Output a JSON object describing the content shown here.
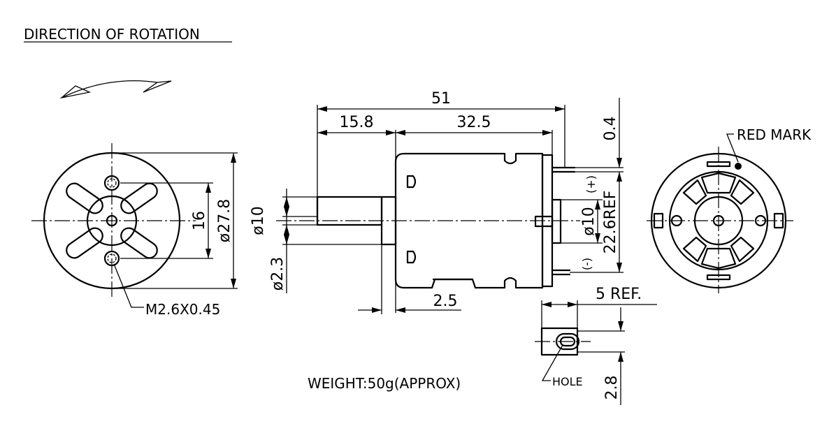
{
  "title": "DIRECTION OF ROTATION",
  "front_view": {
    "dim_diameter_outer": "ø27.8",
    "dim_hole_spacing": "16",
    "thread_callout": "M2.6X0.45"
  },
  "side_view": {
    "dim_overall_length": "51",
    "dim_shaft_length": "15.8",
    "dim_body_length": "32.5",
    "dim_terminal_offset": "0.4",
    "dim_shaft_dia": "ø10",
    "dim_shaft_pin": "ø2.3",
    "dim_boss_dia": "ø10",
    "dim_terminal_span": "22.6REF",
    "dim_boss_length": "2.5",
    "polarity_positive": "(+)",
    "polarity_negative": "(-)"
  },
  "rear_view": {
    "red_mark_label": "RED MARK"
  },
  "terminal_detail": {
    "dim_length": "5 REF.",
    "dim_width": "2.8",
    "hole_label": "HOLE"
  },
  "weight": "WEIGHT:50g(APPROX)"
}
